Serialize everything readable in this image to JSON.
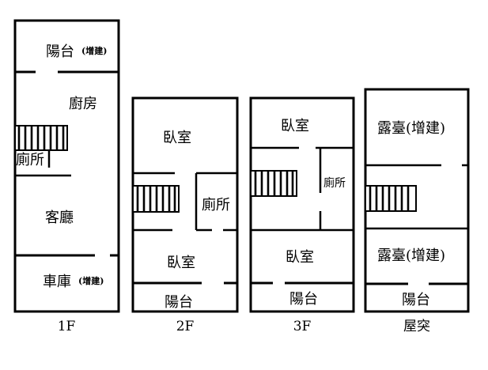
{
  "floors": [
    {
      "name": "1F",
      "rooms": {
        "balcony": "陽台",
        "balcony_note": "(增建)",
        "kitchen": "廚房",
        "toilet": "廁所",
        "living": "客廳",
        "garage": "車庫",
        "garage_note": "(增建)"
      }
    },
    {
      "name": "2F",
      "rooms": {
        "bedroom_front": "臥室",
        "toilet": "廁所",
        "bedroom_back": "臥室",
        "balcony": "陽台"
      }
    },
    {
      "name": "3F",
      "rooms": {
        "bedroom_front": "臥室",
        "toilet": "廁所",
        "bedroom_back": "臥室",
        "balcony": "陽台"
      }
    },
    {
      "name": "屋突",
      "rooms": {
        "terrace_front": "露臺(增建)",
        "terrace_back": "露臺(增建)",
        "balcony": "陽台"
      }
    }
  ]
}
